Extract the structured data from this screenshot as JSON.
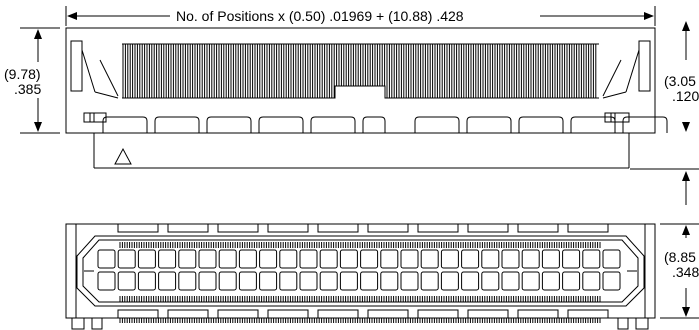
{
  "dimensions": {
    "width_formula": "No. of Positions x (0.50) .01969 + (10.88) .428",
    "left_height_mm": "(9.78)",
    "left_height_in": ".385",
    "right_top_mm": "(3.05",
    "right_top_in": ".120",
    "right_bottom_mm": "(8.85",
    "right_bottom_in": ".348"
  },
  "drawing": {
    "line_color": "#000000",
    "background": "#ffffff",
    "views": [
      "top-view",
      "bottom-view"
    ]
  }
}
